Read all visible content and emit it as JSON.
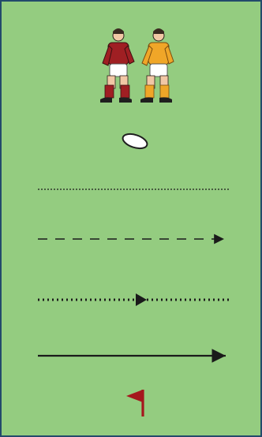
{
  "diagram": {
    "background_color": "#94cc80",
    "border_color": "#234a6b",
    "players": [
      {
        "name": "player-red",
        "shirt_color": "#9f1f23",
        "shorts_color": "#ffffff",
        "socks_color": "#9f1f23"
      },
      {
        "name": "player-yellow",
        "shirt_color": "#f0a628",
        "shorts_color": "#ffffff",
        "socks_color": "#f0a628"
      }
    ],
    "ball": {
      "icon": "rugby-ball-icon",
      "color": "#ffffff"
    },
    "legend_lines": [
      {
        "style": "dotted",
        "arrow": "none"
      },
      {
        "style": "dashed",
        "arrow": "end"
      },
      {
        "style": "dotted",
        "arrow": "middle"
      },
      {
        "style": "solid",
        "arrow": "end"
      }
    ],
    "flag": {
      "icon": "flag-icon",
      "color": "#a5171d"
    }
  }
}
